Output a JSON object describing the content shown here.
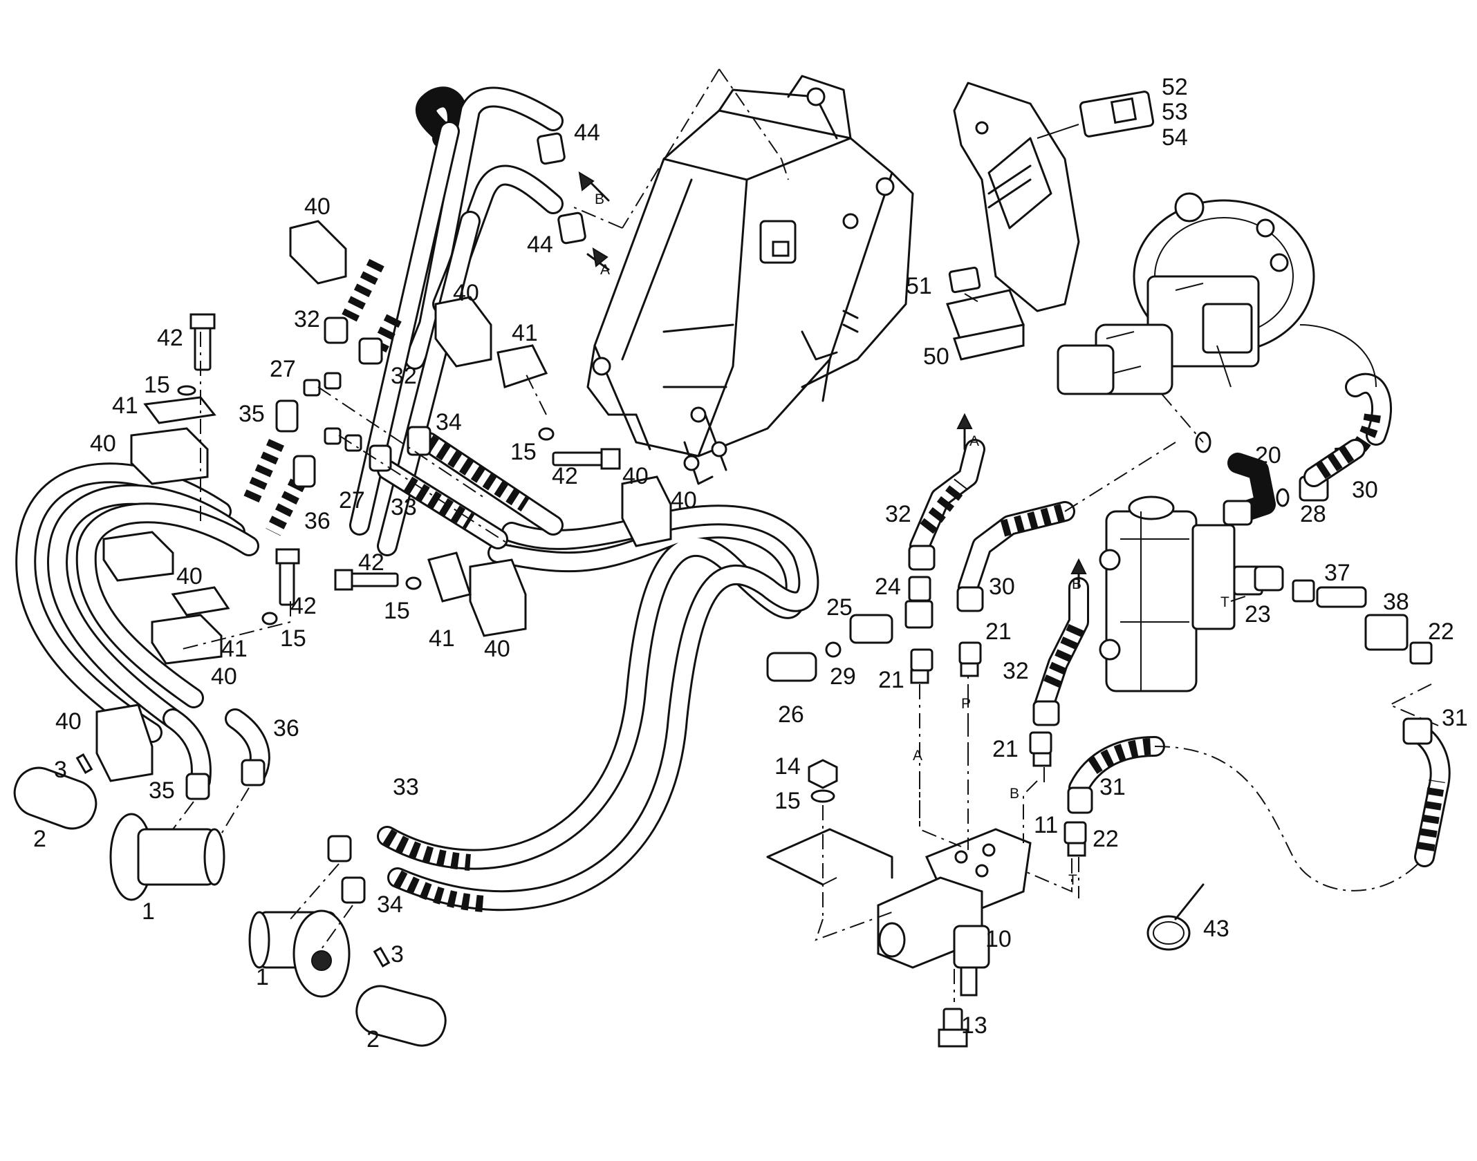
{
  "callouts": [
    {
      "id": "c1a",
      "text": "1"
    },
    {
      "id": "c1b",
      "text": "1"
    },
    {
      "id": "c2a",
      "text": "2"
    },
    {
      "id": "c2b",
      "text": "2"
    },
    {
      "id": "c3a",
      "text": "3"
    },
    {
      "id": "c3b",
      "text": "3"
    },
    {
      "id": "c10",
      "text": "10"
    },
    {
      "id": "c11",
      "text": "11"
    },
    {
      "id": "c13",
      "text": "13"
    },
    {
      "id": "c14",
      "text": "14"
    },
    {
      "id": "c15a",
      "text": "15"
    },
    {
      "id": "c15b",
      "text": "15"
    },
    {
      "id": "c15c",
      "text": "15"
    },
    {
      "id": "c15d",
      "text": "15"
    },
    {
      "id": "c15e",
      "text": "15"
    },
    {
      "id": "c20",
      "text": "20"
    },
    {
      "id": "c21a",
      "text": "21"
    },
    {
      "id": "c21b",
      "text": "21"
    },
    {
      "id": "c21c",
      "text": "21"
    },
    {
      "id": "c22a",
      "text": "22"
    },
    {
      "id": "c22b",
      "text": "22"
    },
    {
      "id": "c23",
      "text": "23"
    },
    {
      "id": "c24",
      "text": "24"
    },
    {
      "id": "c25",
      "text": "25"
    },
    {
      "id": "c26",
      "text": "26"
    },
    {
      "id": "c27a",
      "text": "27"
    },
    {
      "id": "c27b",
      "text": "27"
    },
    {
      "id": "c28",
      "text": "28"
    },
    {
      "id": "c29",
      "text": "29"
    },
    {
      "id": "c30a",
      "text": "30"
    },
    {
      "id": "c30b",
      "text": "30"
    },
    {
      "id": "c31a",
      "text": "31"
    },
    {
      "id": "c31b",
      "text": "31"
    },
    {
      "id": "c32a",
      "text": "32"
    },
    {
      "id": "c32b",
      "text": "32"
    },
    {
      "id": "c32c",
      "text": "32"
    },
    {
      "id": "c32d",
      "text": "32"
    },
    {
      "id": "c33a",
      "text": "33"
    },
    {
      "id": "c33b",
      "text": "33"
    },
    {
      "id": "c34a",
      "text": "34"
    },
    {
      "id": "c34b",
      "text": "34"
    },
    {
      "id": "c35a",
      "text": "35"
    },
    {
      "id": "c35b",
      "text": "35"
    },
    {
      "id": "c36a",
      "text": "36"
    },
    {
      "id": "c36b",
      "text": "36"
    },
    {
      "id": "c37",
      "text": "37"
    },
    {
      "id": "c38",
      "text": "38"
    },
    {
      "id": "c40a",
      "text": "40"
    },
    {
      "id": "c40b",
      "text": "40"
    },
    {
      "id": "c40c",
      "text": "40"
    },
    {
      "id": "c40d",
      "text": "40"
    },
    {
      "id": "c40e",
      "text": "40"
    },
    {
      "id": "c40f",
      "text": "40"
    },
    {
      "id": "c40g",
      "text": "40"
    },
    {
      "id": "c40h",
      "text": "40"
    },
    {
      "id": "c40i",
      "text": "40"
    },
    {
      "id": "c41a",
      "text": "41"
    },
    {
      "id": "c41b",
      "text": "41"
    },
    {
      "id": "c41c",
      "text": "41"
    },
    {
      "id": "c41d",
      "text": "41"
    },
    {
      "id": "c42a",
      "text": "42"
    },
    {
      "id": "c42b",
      "text": "42"
    },
    {
      "id": "c42c",
      "text": "42"
    },
    {
      "id": "c42d",
      "text": "42"
    },
    {
      "id": "c43",
      "text": "43"
    },
    {
      "id": "c44a",
      "text": "44"
    },
    {
      "id": "c44b",
      "text": "44"
    },
    {
      "id": "c50",
      "text": "50"
    },
    {
      "id": "c51",
      "text": "51"
    },
    {
      "id": "c52",
      "text": "52"
    },
    {
      "id": "c53",
      "text": "53"
    },
    {
      "id": "c54",
      "text": "54"
    }
  ],
  "ports": [
    {
      "id": "pA1",
      "text": "A"
    },
    {
      "id": "pB1",
      "text": "B"
    },
    {
      "id": "pA2",
      "text": "A"
    },
    {
      "id": "pB2",
      "text": "B"
    },
    {
      "id": "pA3",
      "text": "A"
    },
    {
      "id": "pP",
      "text": "P"
    },
    {
      "id": "pB3",
      "text": "B"
    },
    {
      "id": "pT1",
      "text": "T"
    },
    {
      "id": "pT2",
      "text": "T"
    }
  ]
}
